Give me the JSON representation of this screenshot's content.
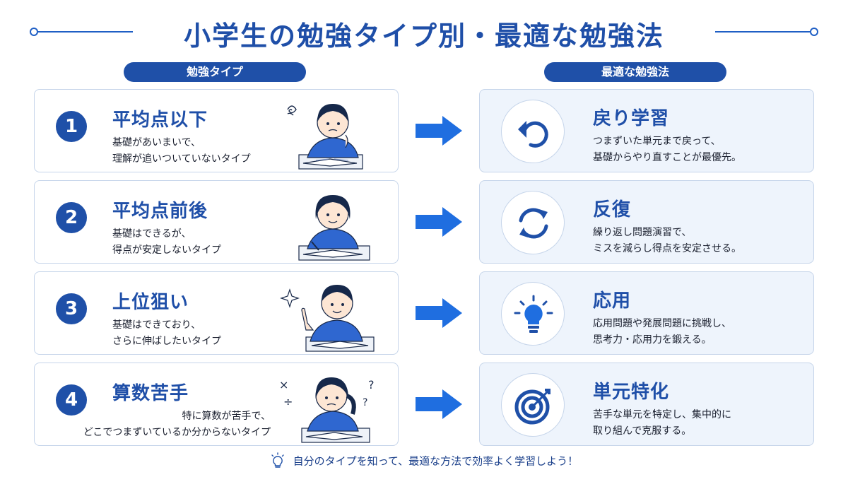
{
  "title": "小学生の勉強タイプ別・最適な勉強法",
  "headers": {
    "left": "勉強タイプ",
    "right": "最適な勉強法"
  },
  "types": [
    {
      "number": "1",
      "title": "平均点以下",
      "desc1": "基礎があいまいで、",
      "desc2": "理解が追いついていないタイプ"
    },
    {
      "number": "2",
      "title": "平均点前後",
      "desc1": "基礎はできるが、",
      "desc2": "得点が安定しないタイプ"
    },
    {
      "number": "3",
      "title": "上位狙い",
      "desc1": "基礎はできており、",
      "desc2": "さらに伸ばしたいタイプ"
    },
    {
      "number": "4",
      "title": "算数苦手",
      "desc1": "特に算数が苦手で、",
      "desc2": "どこでつまずいているか分からないタイプ"
    }
  ],
  "methods": [
    {
      "title": "戻り学習",
      "desc1": "つまずいた単元まで戻って、",
      "desc2": "基礎からやり直すことが最優先。",
      "icon": "undo-arrow-icon"
    },
    {
      "title": "反復",
      "desc1": "繰り返し問題演習で、",
      "desc2": "ミスを減らし得点を安定させる。",
      "icon": "repeat-cycle-icon"
    },
    {
      "title": "応用",
      "desc1": "応用問題や発展問題に挑戦し、",
      "desc2": "思考力・応用力を鍛える。",
      "icon": "lightbulb-icon"
    },
    {
      "title": "単元特化",
      "desc1": "苦手な単元を特定し、集中的に",
      "desc2": "取り組んで克服する。",
      "icon": "target-icon"
    }
  ],
  "illustration_symbols": {
    "wonder": "?",
    "times": "×",
    "divide": "÷"
  },
  "footer": "自分のタイプを知って、最適な方法で効率よく学習しよう！",
  "colors": {
    "primary": "#1f50a8",
    "accent": "#1f6ee0",
    "card_bg": "#eef4fc",
    "border": "#c6d5ea"
  }
}
